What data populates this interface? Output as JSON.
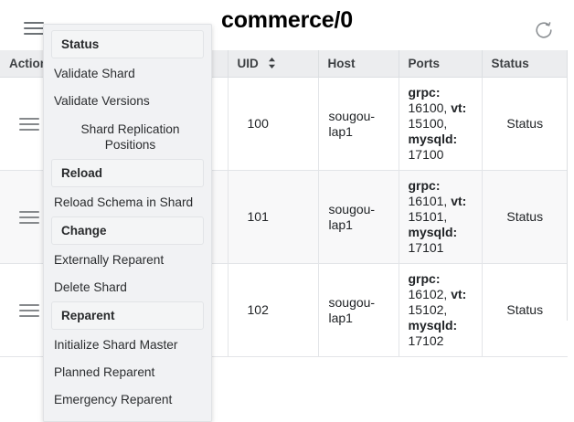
{
  "toolbar": {
    "menu_icon": "hamburger-icon",
    "title": "commerce/0",
    "refresh_icon": "refresh-icon"
  },
  "dropdown": {
    "entries": [
      {
        "type": "section",
        "label": "Status"
      },
      {
        "type": "item",
        "label": "Validate Shard"
      },
      {
        "type": "item",
        "label": "Validate Versions"
      },
      {
        "type": "item-wrap",
        "label": "Shard Replication Positions"
      },
      {
        "type": "section",
        "label": "Reload"
      },
      {
        "type": "item",
        "label": "Reload Schema in Shard"
      },
      {
        "type": "section",
        "label": "Change"
      },
      {
        "type": "item",
        "label": "Externally Reparent"
      },
      {
        "type": "item",
        "label": "Delete Shard"
      },
      {
        "type": "section",
        "label": "Reparent"
      },
      {
        "type": "item",
        "label": "Initialize Shard Master"
      },
      {
        "type": "item",
        "label": "Planned Reparent"
      },
      {
        "type": "item",
        "label": "Emergency Reparent"
      }
    ]
  },
  "table": {
    "columns": [
      {
        "key": "action",
        "label": "Action(s)",
        "sortable": false
      },
      {
        "key": "uid",
        "label": "UID",
        "sortable": true
      },
      {
        "key": "host",
        "label": "Host",
        "sortable": false
      },
      {
        "key": "ports",
        "label": "Ports",
        "sortable": false
      },
      {
        "key": "status",
        "label": "Status",
        "sortable": false
      }
    ],
    "rows": [
      {
        "action_icon": "row-menu-icon",
        "uid": "100",
        "host": "sougou-lap1",
        "ports": [
          {
            "name": "grpc:",
            "value": "16100,"
          },
          {
            "name": "vt:",
            "value": "15100,"
          },
          {
            "name": "mysqld:",
            "value": "17100"
          }
        ],
        "status": "Status"
      },
      {
        "action_icon": "row-menu-icon",
        "uid": "101",
        "host": "sougou-lap1",
        "ports": [
          {
            "name": "grpc:",
            "value": "16101,"
          },
          {
            "name": "vt:",
            "value": "15101,"
          },
          {
            "name": "mysqld:",
            "value": "17101"
          }
        ],
        "status": "Status"
      },
      {
        "action_icon": "row-menu-icon",
        "uid": "102",
        "host": "sougou-lap1",
        "ports": [
          {
            "name": "grpc:",
            "value": "16102,"
          },
          {
            "name": "vt:",
            "value": "15102,"
          },
          {
            "name": "mysqld:",
            "value": "17102"
          }
        ],
        "status": "Status"
      }
    ]
  },
  "colors": {
    "header_bg": "#ecedef",
    "menu_bg": "#f1f2f4",
    "row_alt_bg": "#f8f8f9",
    "text": "#212427",
    "border": "#dcdfe2"
  }
}
